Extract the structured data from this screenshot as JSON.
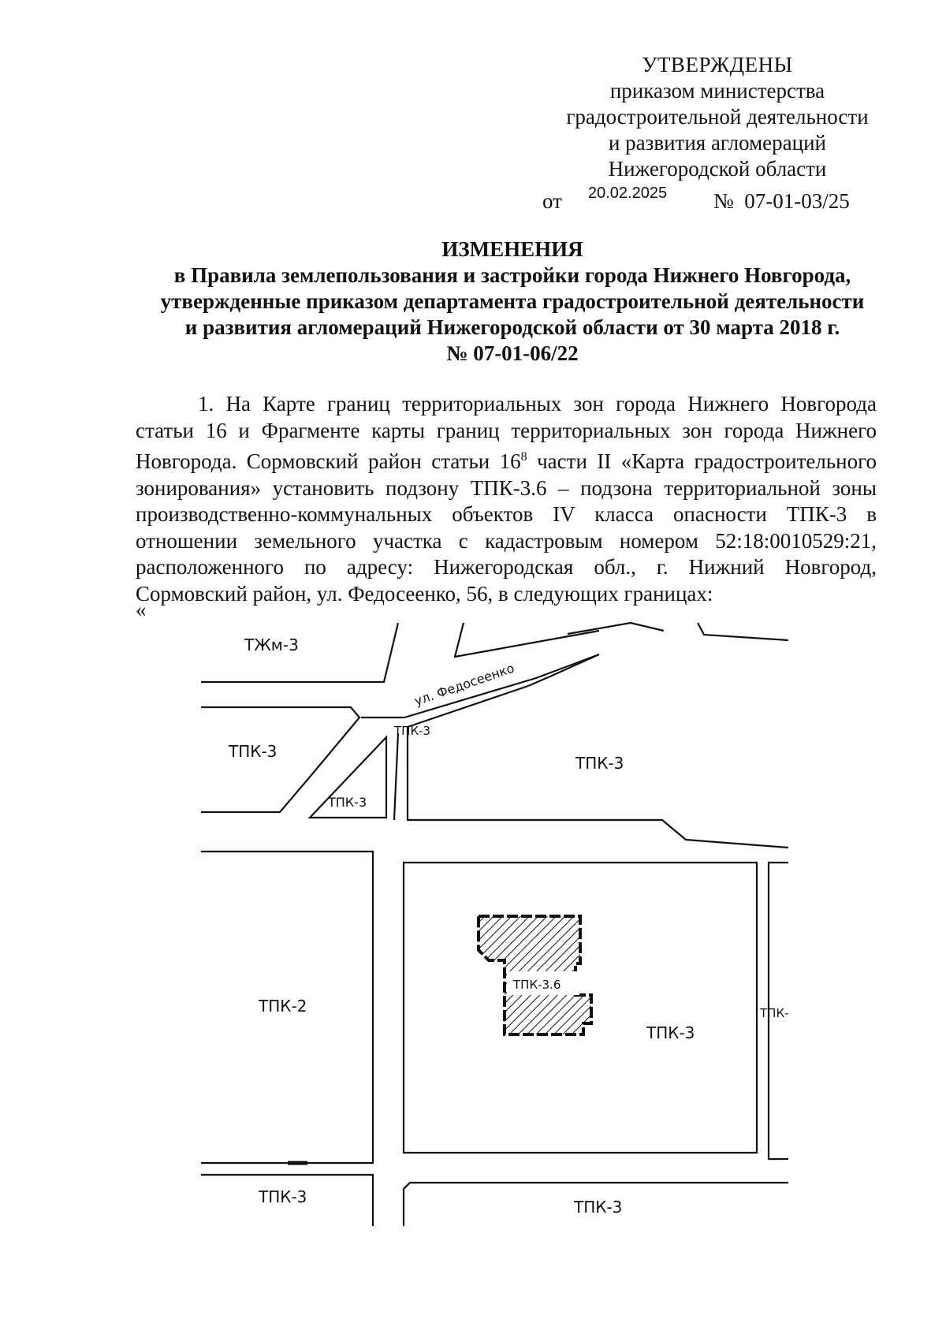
{
  "approval": {
    "heading": "УТВЕРЖДЕНЫ",
    "lines": [
      "приказом министерства",
      "градостроительной деятельности",
      "и развития агломераций",
      "Нижегородской области"
    ],
    "date_prefix": "от",
    "date": "20.02.2025",
    "number_prefix": "№",
    "number": "07-01-03/25"
  },
  "document": {
    "title": "ИЗМЕНЕНИЯ",
    "subtitle_lines": [
      "в Правила землепользования и застройки города Нижнего Новгорода,",
      "утвержденные приказом департамента градостроительной деятельности",
      "и развития агломераций Нижегородской области от 30 марта 2018 г.",
      "№ 07-01-06/22"
    ]
  },
  "body": {
    "paragraph_part1": "1. На Карте границ территориальных зон города Нижнего Новгорода статьи 16 и Фрагменте карты границ территориальных зон города Нижнего Новгорода. Сормовский район статьи 16",
    "superscript": "8",
    "paragraph_part2": " части II «Карта градостроительного зонирования» установить подзону ТПК-3.6 – подзона территориальной зоны производственно-коммунальных объектов IV класса опасности ТПК-3 в отношении земельного участка с кадастровым номером 52:18:0010529:21, расположенного по адресу: Нижегородская обл., г. Нижний Новгород, Сормовский район, ул. Федосеенко, 56, в следующих границах:",
    "quote_open": "«"
  },
  "map": {
    "street_label": "ул. Федосеенко",
    "zone_labels": {
      "tzhm": "ТЖм-3",
      "tpk_left_top": "ТПК-3",
      "tpk_small": "ТПК-3",
      "tpk_street": "ТПК-3",
      "tpk_right_top": "ТПК-3",
      "tpk2": "ТПК-2",
      "tpk36": "ТПК-3.6",
      "tpk_center": "ТПК-3",
      "tpk_edge": "ТПК-",
      "tpk_bottom_left": "ТПК-3",
      "tpk_bottom_right": "ТПК-3"
    }
  }
}
